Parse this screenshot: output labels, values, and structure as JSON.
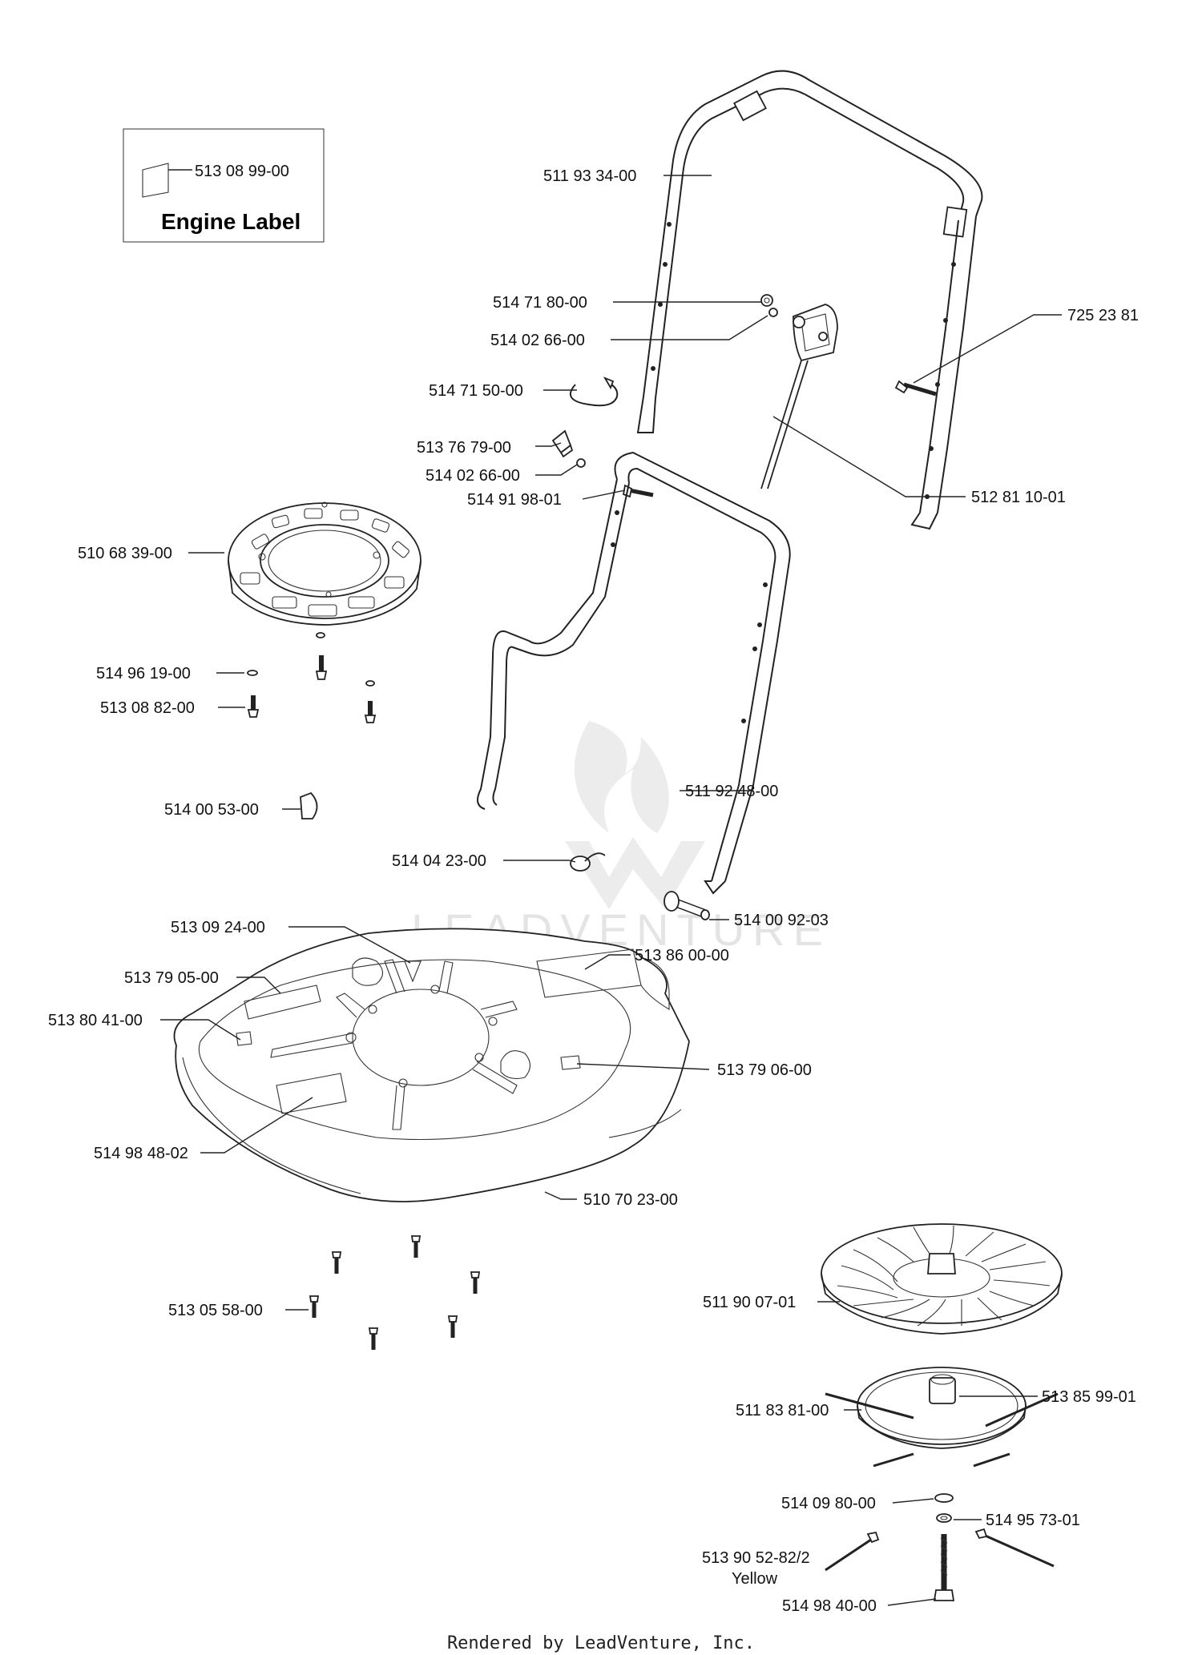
{
  "engine_label_box": {
    "part_number": "513 08 99-00",
    "title": "Engine Label"
  },
  "watermark": "LEADVENTURE",
  "footer": "Rendered by LeadVenture, Inc.",
  "callouts": [
    {
      "id": "handle-upper",
      "number": "511 93 34-00"
    },
    {
      "id": "nut",
      "number": "514 71 80-00"
    },
    {
      "id": "washer-upper",
      "number": "514 02 66-00"
    },
    {
      "id": "screw-725",
      "number": "725 23 81"
    },
    {
      "id": "cable-clip",
      "number": "514 71 50-00"
    },
    {
      "id": "knob",
      "number": "513 76 79-00"
    },
    {
      "id": "washer-lower",
      "number": "514 02 66-00"
    },
    {
      "id": "bolt-handle",
      "number": "514 91 98-01"
    },
    {
      "id": "switch-cable",
      "number": "512 81 10-01"
    },
    {
      "id": "motor-cover-ring",
      "number": "510 68 39-00"
    },
    {
      "id": "washer-small",
      "number": "514 96 19-00"
    },
    {
      "id": "screw-ring",
      "number": "513 08 82-00"
    },
    {
      "id": "cap",
      "number": "514 00 53-00"
    },
    {
      "id": "handle-lower",
      "number": "511 92 48-00"
    },
    {
      "id": "clip-lower",
      "number": "514 04 23-00"
    },
    {
      "id": "pin",
      "number": "514 00 92-03"
    },
    {
      "id": "label-arrow",
      "number": "513 09 24-00"
    },
    {
      "id": "label-rear",
      "number": "513 86 00-00"
    },
    {
      "id": "label-left",
      "number": "513 79 05-00"
    },
    {
      "id": "label-small-left",
      "number": "513 80 41-00"
    },
    {
      "id": "label-small-right",
      "number": "513 79 06-00"
    },
    {
      "id": "label-front",
      "number": "514 98 48-02"
    },
    {
      "id": "hood",
      "number": "510 70 23-00"
    },
    {
      "id": "screw-hood",
      "number": "513 05 58-00"
    },
    {
      "id": "fan",
      "number": "511 90 07-01"
    },
    {
      "id": "blade-disc",
      "number": "511 83 81-00"
    },
    {
      "id": "hub",
      "number": "513 85 99-01"
    },
    {
      "id": "washer-disc",
      "number": "514 09 80-00"
    },
    {
      "id": "spring-washer",
      "number": "514 95 73-01"
    },
    {
      "id": "cutting-line",
      "number": "513 90 52-82/2",
      "note": "Yellow"
    },
    {
      "id": "center-bolt",
      "number": "514 98 40-00"
    }
  ]
}
